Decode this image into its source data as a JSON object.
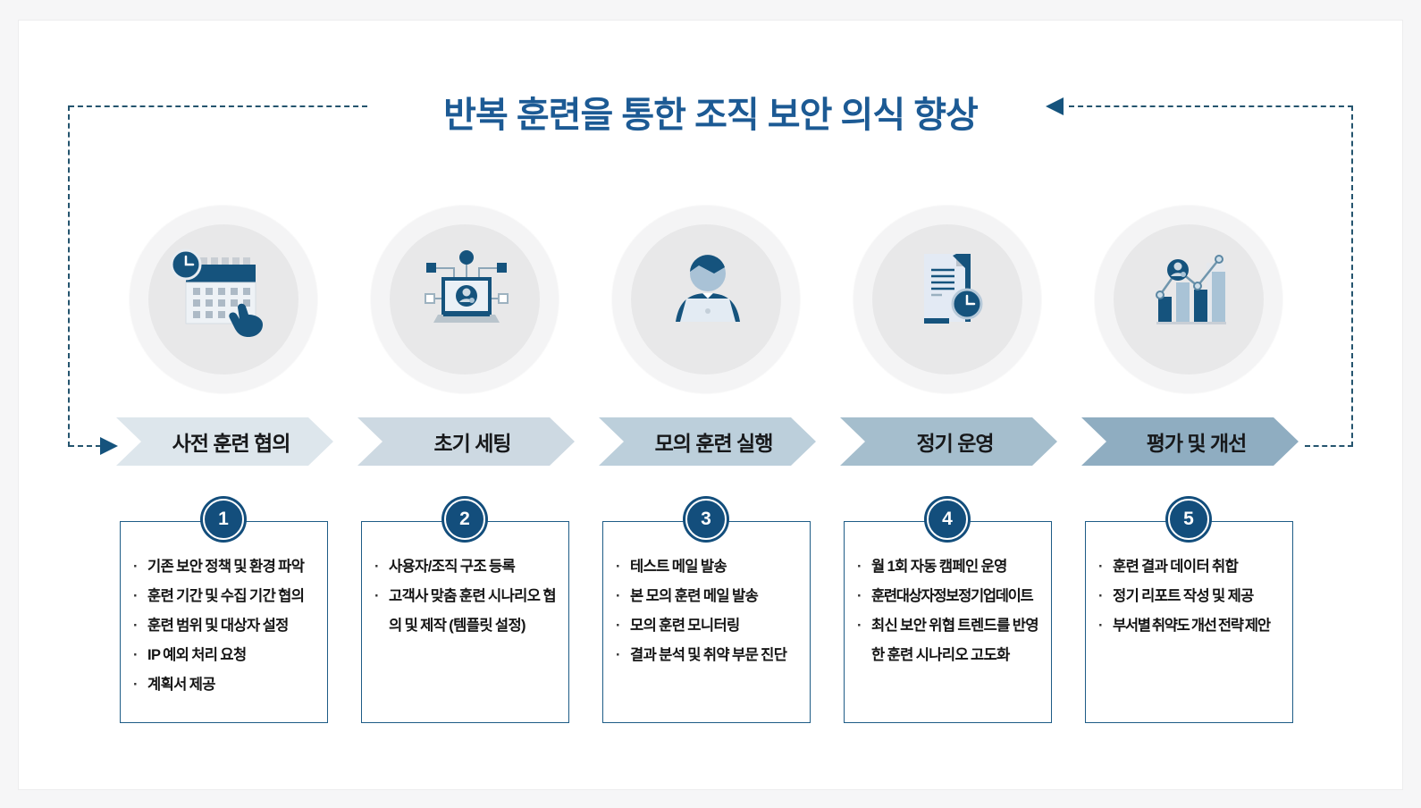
{
  "title": "반복 훈련을 통한 조직 보안 의식 향상",
  "colors": {
    "title_text": "#1c5a94",
    "dashed_loop": "#24546e",
    "badge": "#134e7c",
    "box_border": "#1e5c86",
    "banner_text": "#17181a",
    "banner_fills": [
      "#dde6ec",
      "#cdd9e2",
      "#bccfdb",
      "#a5becd",
      "#8fadc1"
    ],
    "icon_navy": "#15537d",
    "icon_steel": "#a9c3d6"
  },
  "steps": [
    {
      "number": "1",
      "banner": "사전 훈련 협의",
      "icon": "calendar-schedule-icon",
      "items": [
        "기존 보안 정책 및 환경 파악",
        "훈련 기간 및 수집 기간 협의",
        "훈련 범위 및 대상자 설정",
        "IP 예외 처리 요청",
        "계획서 제공"
      ]
    },
    {
      "number": "2",
      "banner": "초기 세팅",
      "icon": "network-setup-icon",
      "items": [
        "사용자/조직 구조 등록",
        "고객사 맞춤 훈련 시나리오 협의 및 제작 (템플릿 설정)"
      ]
    },
    {
      "number": "3",
      "banner": "모의 훈련 실행",
      "icon": "user-laptop-icon",
      "items": [
        "테스트 메일 발송",
        "본 모의 훈련 메일 발송",
        "모의 훈련 모니터링",
        "결과 분석 및 취약 부문 진단"
      ]
    },
    {
      "number": "4",
      "banner": "정기 운영",
      "icon": "document-clock-icon",
      "items": [
        "월 1회 자동 캠페인 운영",
        "훈련대상자정보정기업데이트",
        "최신 보안 위협 트렌드를 반영한 훈련 시나리오 고도화"
      ]
    },
    {
      "number": "5",
      "banner": "평가 및 개선",
      "icon": "analytics-chart-icon",
      "items": [
        "훈련 결과 데이터 취합",
        "정기 리포트 작성 및 제공",
        "부서별 취약도 개선 전략 제안"
      ]
    }
  ]
}
